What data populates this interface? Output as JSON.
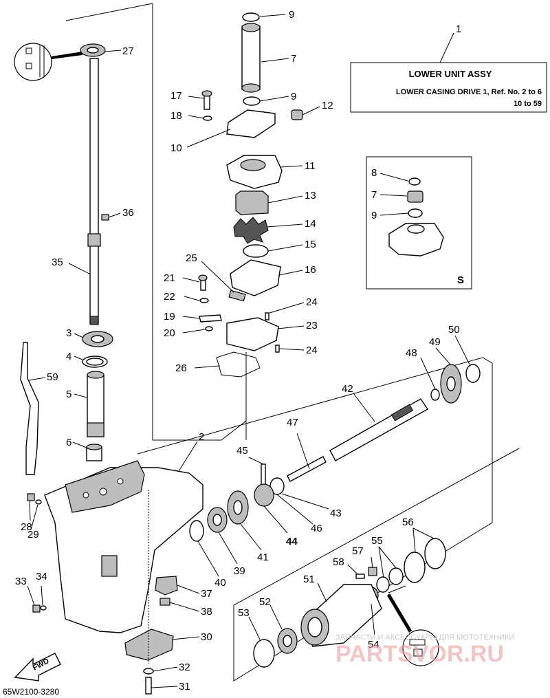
{
  "title_box": {
    "title": "LOWER UNIT ASSY",
    "ref_line1": "LOWER CASING DRIVE 1, Ref. No. 2 to 6",
    "ref_line2": "10 to 59",
    "ref_number": "1"
  },
  "inset_s": {
    "label": "S"
  },
  "diagram_code": "65W2100-3280",
  "fwd_label": "FWD",
  "watermark": {
    "small": "ЗАПЧАСТИ И АКСЕССУАРЫ ДЛЯ МОТОТЕХНИКИ",
    "big": "PARTSVOR.RU"
  },
  "callouts": [
    {
      "n": "9"
    },
    {
      "n": "7"
    },
    {
      "n": "9"
    },
    {
      "n": "17"
    },
    {
      "n": "18"
    },
    {
      "n": "12"
    },
    {
      "n": "10"
    },
    {
      "n": "11"
    },
    {
      "n": "13"
    },
    {
      "n": "14"
    },
    {
      "n": "15"
    },
    {
      "n": "25"
    },
    {
      "n": "16"
    },
    {
      "n": "21"
    },
    {
      "n": "22"
    },
    {
      "n": "24"
    },
    {
      "n": "19"
    },
    {
      "n": "23"
    },
    {
      "n": "20"
    },
    {
      "n": "24"
    },
    {
      "n": "26"
    },
    {
      "n": "27"
    },
    {
      "n": "36"
    },
    {
      "n": "35"
    },
    {
      "n": "3"
    },
    {
      "n": "4"
    },
    {
      "n": "59"
    },
    {
      "n": "5"
    },
    {
      "n": "6"
    },
    {
      "n": "2"
    },
    {
      "n": "8"
    },
    {
      "n": "7"
    },
    {
      "n": "9"
    },
    {
      "n": "50"
    },
    {
      "n": "49"
    },
    {
      "n": "48"
    },
    {
      "n": "42"
    },
    {
      "n": "47"
    },
    {
      "n": "45"
    },
    {
      "n": "43"
    },
    {
      "n": "46"
    },
    {
      "n": "44"
    },
    {
      "n": "41"
    },
    {
      "n": "39"
    },
    {
      "n": "40"
    },
    {
      "n": "28"
    },
    {
      "n": "29"
    },
    {
      "n": "37"
    },
    {
      "n": "38"
    },
    {
      "n": "33"
    },
    {
      "n": "34"
    },
    {
      "n": "30"
    },
    {
      "n": "32"
    },
    {
      "n": "31"
    },
    {
      "n": "57"
    },
    {
      "n": "55"
    },
    {
      "n": "56"
    },
    {
      "n": "58"
    },
    {
      "n": "51"
    },
    {
      "n": "53"
    },
    {
      "n": "52"
    },
    {
      "n": "54"
    }
  ]
}
